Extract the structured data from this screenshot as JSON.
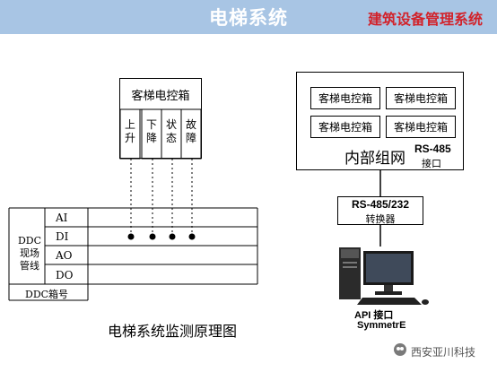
{
  "header": {
    "title": "电梯系统",
    "subtitle": "建筑设备管理系统"
  },
  "elevator_box": {
    "title": "客梯电控箱",
    "signals": [
      "上升",
      "下降",
      "状态",
      "故障"
    ]
  },
  "ddc_table": {
    "row_labels": [
      "AI",
      "DI",
      "AO",
      "DO"
    ],
    "side_label": "DDC现场管线",
    "bottom_label": "DDC箱号"
  },
  "network": {
    "boxes": [
      "客梯电控箱",
      "客梯电控箱",
      "客梯电控箱",
      "客梯电控箱"
    ],
    "internal_label": "内部组网",
    "rs485": "RS-485",
    "interface": "接口"
  },
  "converter": {
    "line1": "RS-485/232",
    "line2": "转换器"
  },
  "computer": {
    "api_label": "API 接口",
    "product": "SymmetrE"
  },
  "caption": "电梯系统监测原理图",
  "watermark": "西安亚川科技"
}
